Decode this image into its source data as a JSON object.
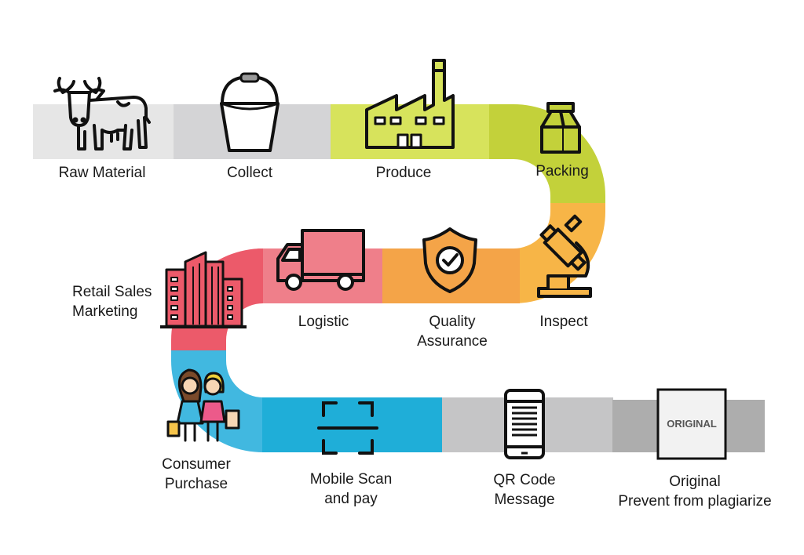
{
  "steps": [
    {
      "id": "raw-material",
      "label": "Raw Material",
      "icon": "cow-icon"
    },
    {
      "id": "collect",
      "label": "Collect",
      "icon": "bucket-icon"
    },
    {
      "id": "produce",
      "label": "Produce",
      "icon": "factory-icon"
    },
    {
      "id": "packing",
      "label": "Packing",
      "icon": "milk-carton-icon"
    },
    {
      "id": "inspect",
      "label": "Inspect",
      "icon": "microscope-icon"
    },
    {
      "id": "quality-assurance",
      "label_line1": "Quality",
      "label_line2": "Assurance",
      "icon": "shield-check-icon"
    },
    {
      "id": "logistic",
      "label": "Logistic",
      "icon": "truck-icon"
    },
    {
      "id": "retail",
      "label_line1": "Retail Sales",
      "label_line2": "Marketing",
      "icon": "buildings-icon"
    },
    {
      "id": "consumer",
      "label_line1": "Consumer",
      "label_line2": "Purchase",
      "icon": "shoppers-icon"
    },
    {
      "id": "mobile-scan",
      "label_line1": "Mobile Scan",
      "label_line2": "and pay",
      "icon": "scan-frame-icon"
    },
    {
      "id": "qr-code",
      "label_line1": "QR Code",
      "label_line2": "Message",
      "icon": "smartphone-icon"
    },
    {
      "id": "original",
      "label_line1": "Original",
      "label_line2": "Prevent from plagiarize",
      "icon": "original-stamp-icon",
      "stamp_text": "ORIGINAL"
    }
  ],
  "colors": {
    "light_gray": "#e6e6e6",
    "gray": "#d4d4d6",
    "lime": "#d7e35c",
    "yellow_green": "#c3d13a",
    "orange": "#f4a448",
    "yellow_orange": "#f7b547",
    "pink": "#ef7f8a",
    "red": "#ec5a6a",
    "cyan": "#41b8e0",
    "blue": "#1faed8",
    "silver": "#c5c5c6",
    "dark_gray": "#adadad",
    "icon_stroke": "#111111"
  }
}
